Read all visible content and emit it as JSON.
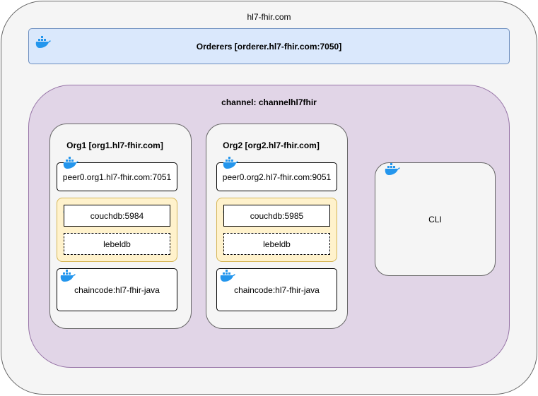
{
  "outer": {
    "title": "hl7-fhir.com"
  },
  "orderers": {
    "label": "Orderers [orderer.hl7-fhir.com:7050]"
  },
  "channel": {
    "title": "channel: channelhl7fhir"
  },
  "org1": {
    "title": "Org1 [org1.hl7-fhir.com]",
    "peer": "peer0.org1.hl7-fhir.com:7051",
    "couchdb": "couchdb:5984",
    "leveldb": "lebeldb",
    "chaincode": "chaincode:hl7-fhir-java"
  },
  "org2": {
    "title": "Org2 [org2.hl7-fhir.com]",
    "peer": "peer0.org2.hl7-fhir.com:9051",
    "couchdb": "couchdb:5985",
    "leveldb": "lebeldb",
    "chaincode": "chaincode:hl7-fhir-java"
  },
  "cli": {
    "label": "CLI"
  },
  "icons": {
    "container": "docker-whale-icon"
  },
  "colors": {
    "outer_fill": "#f5f5f5",
    "orderer_fill": "#dae8fc",
    "orderer_stroke": "#6c8ebf",
    "channel_fill": "#e1d5e7",
    "channel_stroke": "#9673a6",
    "db_fill": "#fff2cc",
    "db_stroke": "#d6b656",
    "docker_blue": "#2496ed"
  }
}
